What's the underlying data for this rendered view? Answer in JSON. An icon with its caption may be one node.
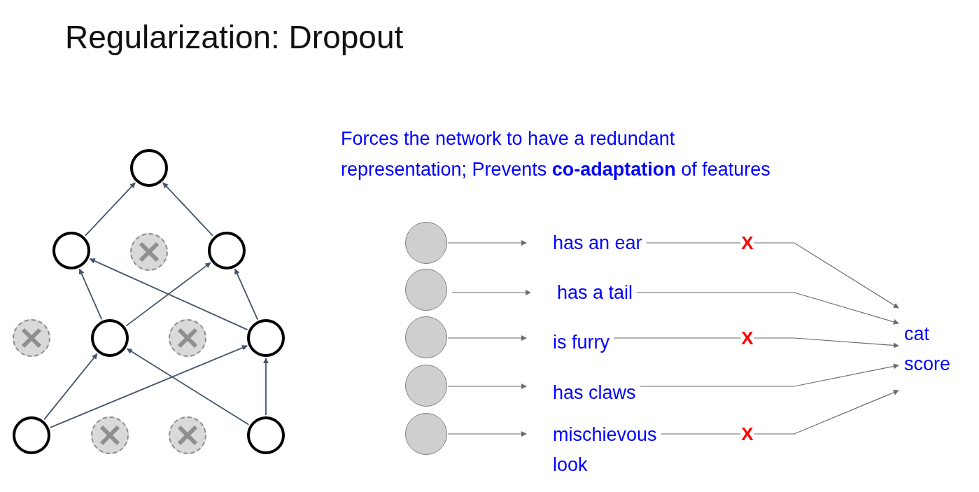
{
  "diagram": {
    "title": "Regularization: Dropout",
    "nodes": [
      {
        "text": [],
        "shape": "circle"
      },
      {
        "text": [],
        "shape": "circle"
      },
      {
        "text": [],
        "shape": "circle"
      },
      {
        "text": [],
        "shape": "circle"
      },
      {
        "text": [],
        "shape": "circle"
      },
      {
        "text": [],
        "shape": "circle"
      },
      {
        "text": [],
        "shape": "circle"
      },
      {
        "text": [],
        "shape": "circle"
      },
      {
        "text": [],
        "shape": "circle"
      },
      {
        "text": [],
        "shape": "circle"
      },
      {
        "text": [],
        "shape": "circle"
      },
      {
        "text": [],
        "shape": "circle"
      },
      {
        "text": [],
        "shape": "circle"
      },
      {
        "text": [],
        "shape": "circle"
      },
      {
        "text": [],
        "shape": "circle"
      },
      {
        "text": [],
        "shape": "circle"
      },
      {
        "text": [],
        "shape": "circle"
      },
      {
        "text": [
          "has an ear"
        ]
      },
      {
        "text": [
          "has a tail"
        ]
      },
      {
        "text": [
          "is furry"
        ]
      },
      {
        "text": [
          "has claws"
        ]
      },
      {
        "text": [
          "mischievous look"
        ]
      },
      {
        "text": [
          "cat score"
        ]
      }
    ],
    "edges": [
      {
        "from": 1,
        "to": 0,
        "arrow": "to",
        "color": "#44546a"
      },
      {
        "from": 3,
        "to": 0,
        "arrow": "to",
        "color": "#44546a"
      },
      {
        "from": 5,
        "to": 1,
        "arrow": "to",
        "color": "#44546a"
      },
      {
        "from": 7,
        "to": 1,
        "arrow": "to",
        "color": "#44546a"
      },
      {
        "from": 5,
        "to": 3,
        "arrow": "to",
        "color": "#44546a"
      },
      {
        "from": 7,
        "to": 3,
        "arrow": "to",
        "color": "#44546a"
      },
      {
        "from": 8,
        "to": 5,
        "arrow": "to",
        "color": "#44546a"
      },
      {
        "from": 8,
        "to": 7,
        "arrow": "to",
        "color": "#44546a"
      },
      {
        "from": 11,
        "to": 5,
        "arrow": "to",
        "color": "#44546a"
      },
      {
        "from": 11,
        "to": 7,
        "arrow": "to",
        "color": "#44546a"
      },
      {
        "from": 12,
        "to": 17,
        "arrow": "to"
      },
      {
        "from": 13,
        "to": 18,
        "arrow": "to"
      },
      {
        "from": 14,
        "to": 19,
        "arrow": "to"
      },
      {
        "from": 15,
        "to": 20,
        "arrow": "to"
      },
      {
        "from": 16,
        "to": 21,
        "arrow": "to"
      },
      {
        "from": 17,
        "to": 22,
        "arrow": "to",
        "label": "X"
      },
      {
        "from": 18,
        "to": 22,
        "arrow": "to"
      },
      {
        "from": 19,
        "to": 22,
        "arrow": "to",
        "label": "X"
      },
      {
        "from": 20,
        "to": 22,
        "arrow": "to"
      },
      {
        "from": 21,
        "to": 22,
        "arrow": "to",
        "label": "X"
      }
    ],
    "labels": [
      "Forces the network to have a redundant representation; Prevents **co-adaptation** of features"
    ]
  }
}
